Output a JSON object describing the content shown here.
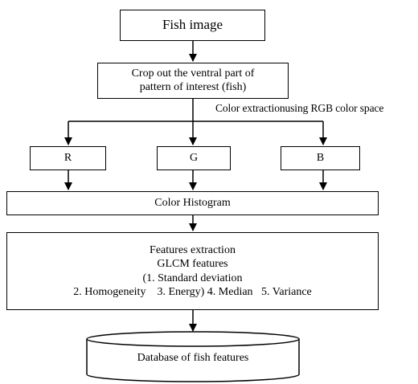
{
  "nodes": {
    "fish_image": "Fish image",
    "crop": [
      "Crop out the ventral part of",
      "pattern of interest (fish)"
    ],
    "color_extraction_note": "Color extractionusing RGB color space",
    "r": "R",
    "g": "G",
    "b": "B",
    "color_histogram": "Color Histogram",
    "features": [
      "Features extraction",
      "GLCM features",
      "(1. Standard deviation",
      "2. Homogeneity    3. Energy) 4. Median   5. Variance"
    ],
    "database": "Database of fish features"
  }
}
